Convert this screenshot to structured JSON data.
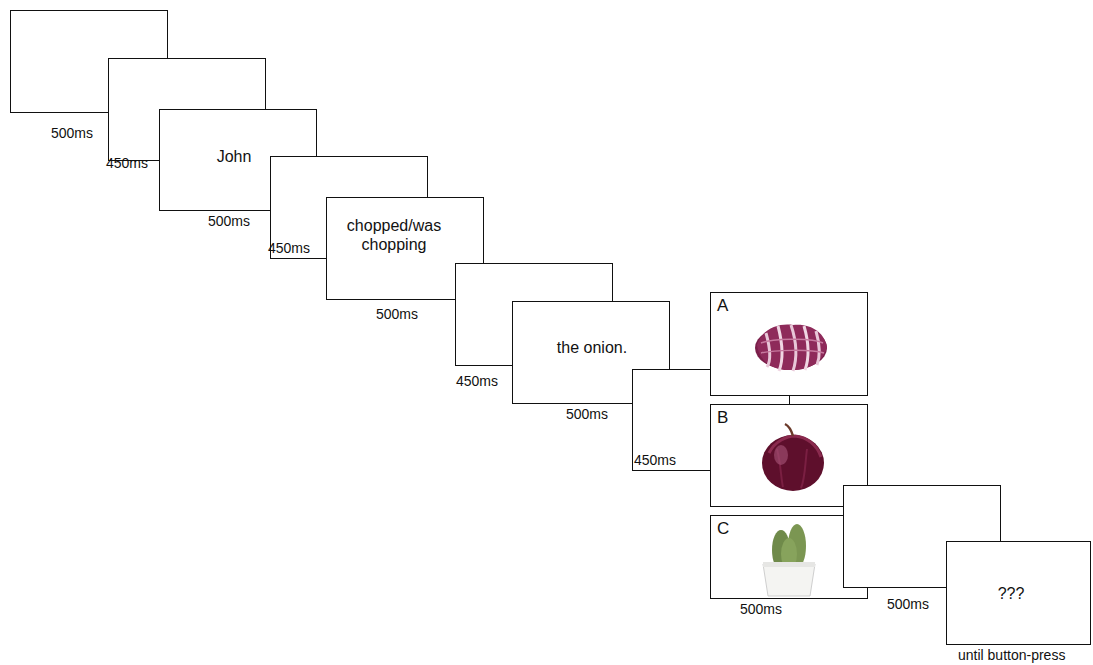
{
  "diagram": {
    "nodes": [
      {
        "text": [
          "+"
        ]
      },
      {
        "text": [
          "John"
        ]
      },
      {
        "text": [
          "chopped/was chopping"
        ]
      },
      {
        "text": [
          "the onion."
        ]
      },
      {
        "text": [
          "A"
        ]
      },
      {
        "text": [
          "B"
        ]
      },
      {
        "text": [
          "C"
        ]
      },
      {
        "text": [
          "???"
        ]
      }
    ],
    "labels": [
      "500ms",
      "450ms",
      "500ms",
      "450ms",
      "500ms",
      "450ms",
      "500ms",
      "450ms",
      "500ms",
      "500ms",
      "until button-press"
    ]
  }
}
